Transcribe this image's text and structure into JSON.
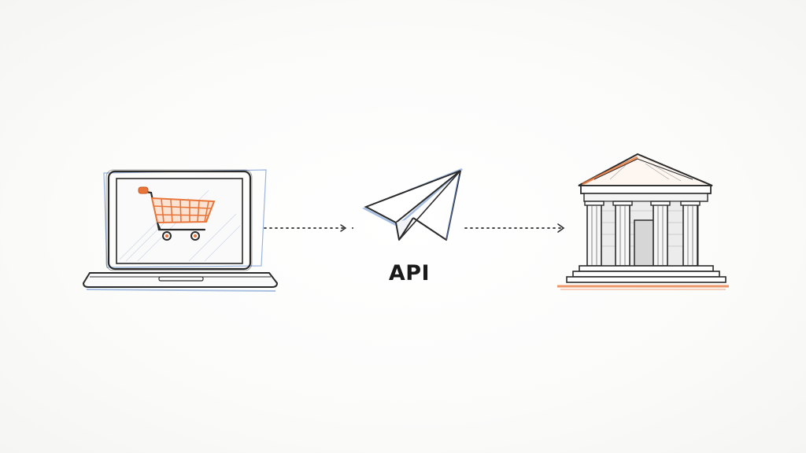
{
  "diagram": {
    "nodes": [
      {
        "id": "shopping-laptop",
        "icon": "shopping-cart-laptop-icon"
      },
      {
        "id": "api",
        "icon": "paper-plane-icon",
        "label": "API"
      },
      {
        "id": "bank",
        "icon": "bank-building-icon"
      }
    ],
    "edges": [
      {
        "from": "shopping-laptop",
        "to": "api",
        "style": "dotted-arrow"
      },
      {
        "from": "api",
        "to": "bank",
        "style": "dotted-arrow"
      }
    ],
    "colors": {
      "ink": "#2b2b2b",
      "accent_orange": "#e8763a",
      "accent_blue": "#5b86c9"
    }
  }
}
